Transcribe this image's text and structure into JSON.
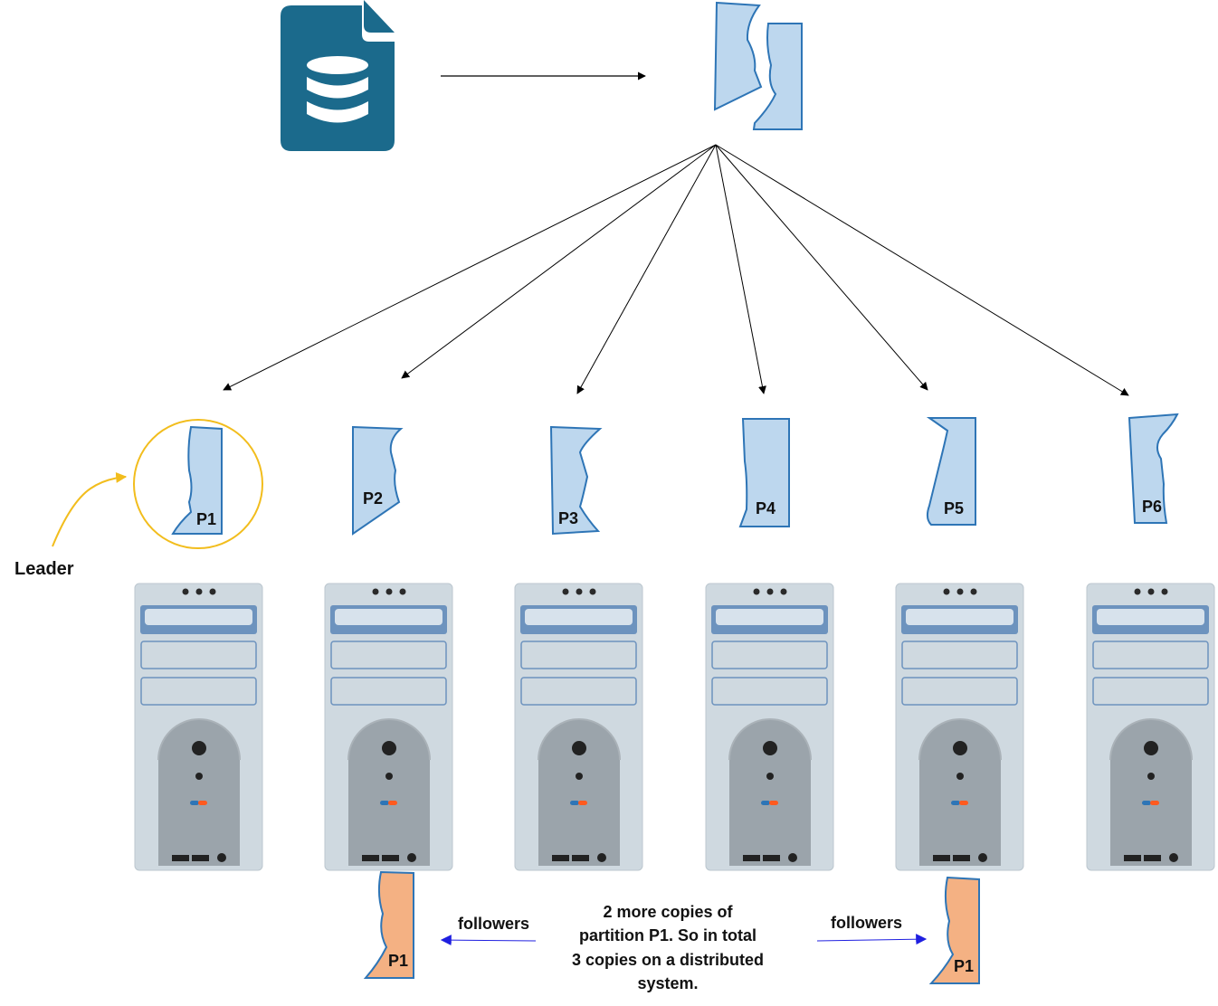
{
  "partitions": [
    {
      "label": "P1"
    },
    {
      "label": "P2"
    },
    {
      "label": "P3"
    },
    {
      "label": "P4"
    },
    {
      "label": "P5"
    },
    {
      "label": "P6"
    }
  ],
  "leader_label": "Leader",
  "replicas": [
    {
      "label": "P1"
    },
    {
      "label": "P1"
    }
  ],
  "followers_left": "followers",
  "followers_right": "followers",
  "note_lines": [
    "2 more copies of",
    "partition P1. So in total",
    "3 copies on a distributed",
    "system."
  ],
  "colors": {
    "db_icon": "#1b6a8c",
    "partition_fill": "#bdd7ee",
    "partition_stroke": "#2e75b6",
    "replica_fill": "#f4b183",
    "leader_circle": "#f2bd1d",
    "follower_arrow": "#1f1fe0",
    "server_body": "#cfd9e0",
    "server_bay": "#6d93be",
    "server_panel": "#9ba4ab"
  }
}
